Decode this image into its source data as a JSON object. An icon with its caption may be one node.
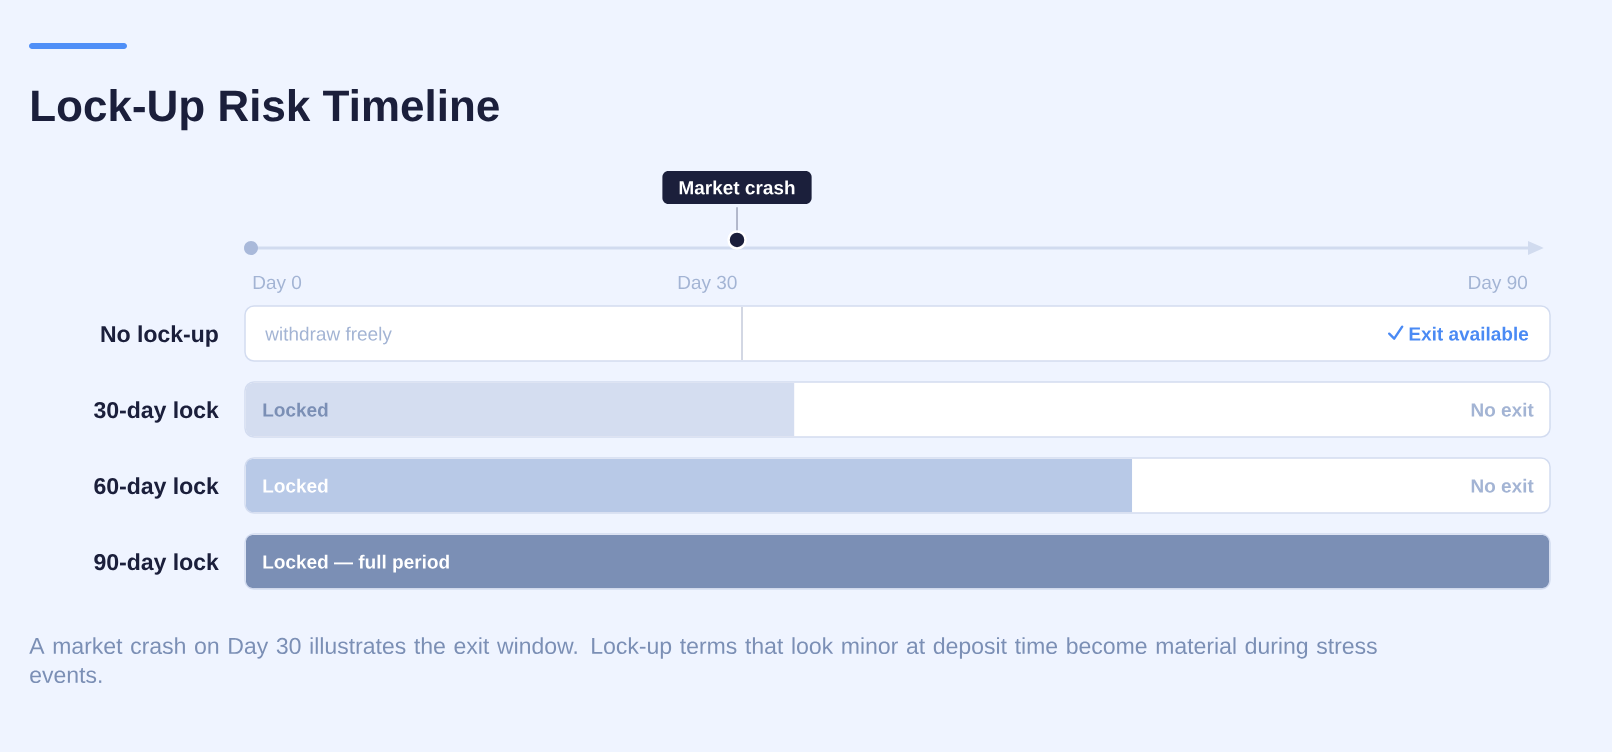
{
  "diagram": {
    "title": "Lock-Up Risk Timeline",
    "nodes": [
      {
        "text": [
          "Market crash"
        ]
      },
      {
        "text": [],
        "shape": "circle"
      },
      {
        "text": [
          "No lock-up",
          "withdraw freely",
          "Exit available"
        ]
      },
      {
        "text": [
          "30-day lock",
          "No exit"
        ]
      },
      {
        "text": [
          "Locked"
        ],
        "in": 3
      },
      {
        "text": [
          "60-day lock",
          "No exit"
        ]
      },
      {
        "text": [
          "Locked"
        ],
        "in": 5
      },
      {
        "text": [
          "90-day lock"
        ]
      },
      {
        "text": [
          "Locked — full period"
        ],
        "in": 7
      }
    ],
    "edges": [
      {
        "from": 0,
        "to": 1,
        "arrow": "none"
      }
    ],
    "labels": [
      "Day 0",
      "Day 30",
      "Day 90"
    ],
    "caption": "A market crash on Day 30 illustrates the exit window. Lock-up terms that look minor at deposit time become material during stress events."
  }
}
